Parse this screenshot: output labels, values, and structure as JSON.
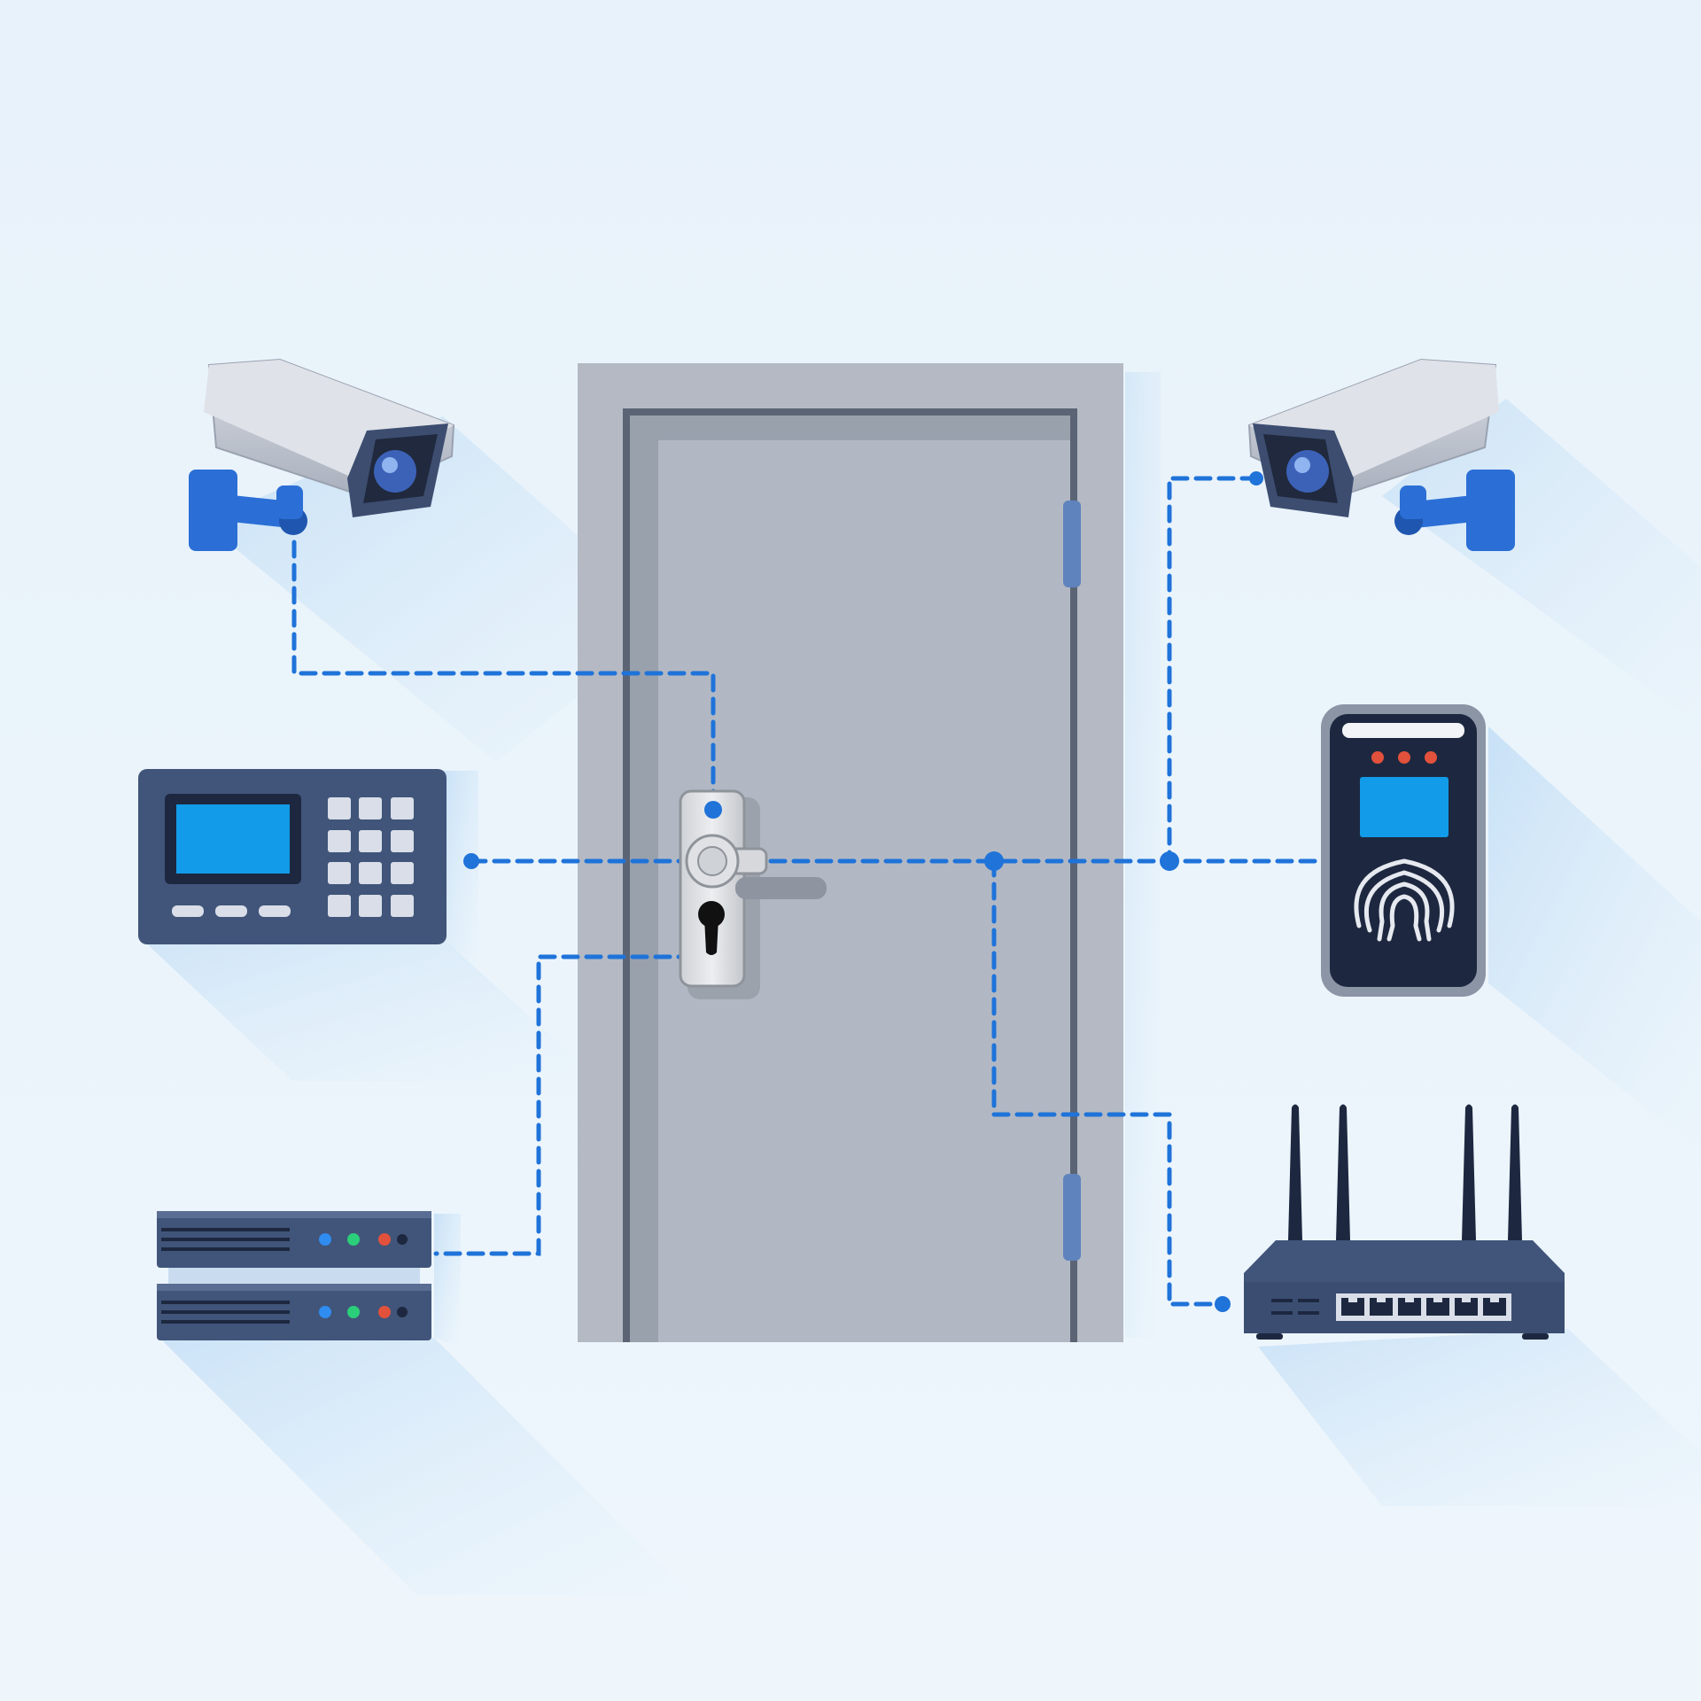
{
  "diagram": {
    "text_labels": [],
    "components": [
      {
        "id": "camera-left",
        "icon": "security-camera-icon"
      },
      {
        "id": "camera-right",
        "icon": "security-camera-icon"
      },
      {
        "id": "door",
        "icon": "door-icon"
      },
      {
        "id": "door-lock",
        "icon": "smart-lock-icon"
      },
      {
        "id": "alarm-keypad",
        "icon": "keypad-panel-icon"
      },
      {
        "id": "nvr-server",
        "icon": "server-rack-icon"
      },
      {
        "id": "card-reader",
        "icon": "rfid-reader-icon"
      },
      {
        "id": "router",
        "icon": "wifi-router-icon"
      }
    ],
    "connections": [
      {
        "from": "camera-left",
        "to": "door-lock"
      },
      {
        "from": "alarm-keypad",
        "to": "card-reader"
      },
      {
        "from": "camera-right",
        "to": "card-reader"
      },
      {
        "from": "door-lock",
        "to": "nvr-server"
      },
      {
        "from": "door-lock",
        "to": "router"
      }
    ]
  },
  "colors": {
    "background": "#eaf4fb",
    "link": "#1f73d9",
    "door": "#b3b9c4",
    "device_dark": "#41557a",
    "accent_blue": "#2b6fd6",
    "screen": "#129be8",
    "led_red": "#e2513b",
    "led_green": "#2bcf7a",
    "led_blue": "#2f8cf0"
  }
}
